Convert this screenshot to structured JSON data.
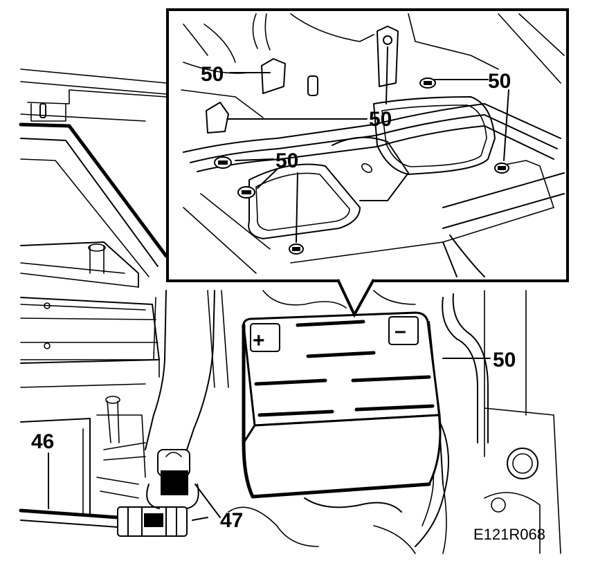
{
  "diagram": {
    "reference_code": "E121R068",
    "callouts": {
      "inset_bracket_left": "50",
      "inset_bolt_right": "50",
      "inset_center": "50",
      "inset_lower": "50",
      "battery_clamp": "50",
      "cable_46": "46",
      "connector_47": "47"
    },
    "battery_terminals": {
      "positive": "+",
      "negative": "–"
    }
  }
}
